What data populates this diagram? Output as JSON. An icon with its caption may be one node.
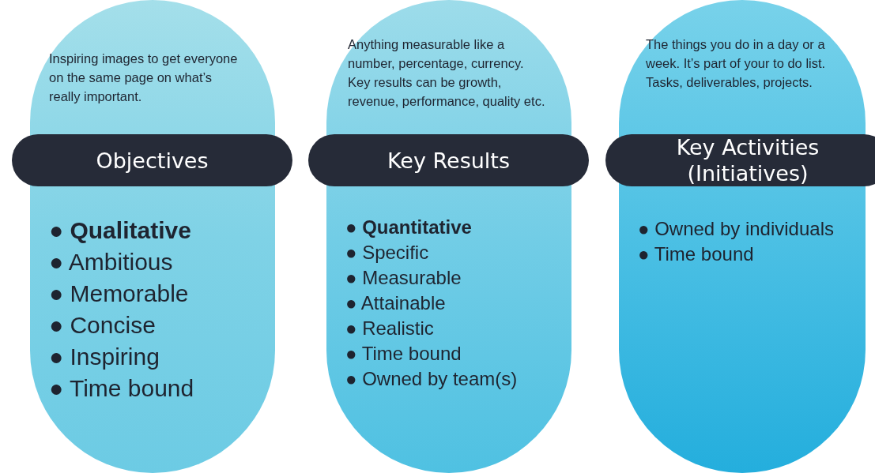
{
  "diagram": {
    "nodes": [
      {
        "text": [
          "Inspiring images to get everyone on the same page on what’s really important.",
          "● Qualitative",
          "● Ambitious",
          "● Memorable",
          "● Concise",
          "● Inspiring",
          "● Time bound"
        ]
      },
      {
        "text": [
          "Objectives"
        ]
      },
      {
        "text": [
          "Anything measurable like a number, percentage, currency. Key results can be growth, revenue, performance, quality etc.",
          "● Quantitative",
          "● Specific",
          "● Measurable",
          "● Attainable",
          "● Realistic",
          "● Time bound",
          "● Owned by team(s)"
        ]
      },
      {
        "text": [
          "Key Results"
        ]
      },
      {
        "text": [
          "The things you do in a day or a week. It’s part of your to do list. Tasks, deliverables, projects.",
          "● Owned by individuals",
          "● Time bound"
        ]
      },
      {
        "text": [
          "Key Activities (Initiatives)"
        ]
      }
    ]
  }
}
